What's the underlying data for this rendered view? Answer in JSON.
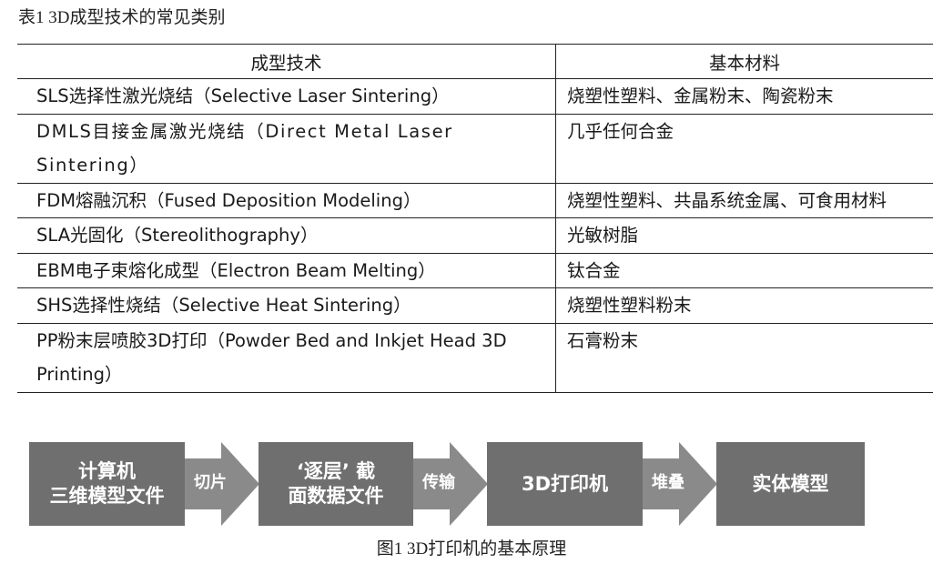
{
  "table_caption": "表1 3D成型技术的常见类别",
  "table": {
    "headers": [
      "成型技术",
      "基本材料"
    ],
    "rows": [
      {
        "tech": "SLS选择性激光烧结（Selective Laser Sintering）",
        "material": "烧塑性塑料、金属粉末、陶瓷粉末"
      },
      {
        "tech": "DMLS目接金属激光烧结（Direct Metal Laser Sintering）",
        "material": "几乎任何合金"
      },
      {
        "tech": "FDM熔融沉积（Fused Deposition Modeling）",
        "material": "烧塑性塑料、共晶系统金属、可食用材料"
      },
      {
        "tech": "SLA光固化（Stereolithography）",
        "material": "光敏树脂"
      },
      {
        "tech": "EBM电子束熔化成型（Electron Beam Melting）",
        "material": "钛合金"
      },
      {
        "tech": "SHS选择性烧结（Selective Heat Sintering）",
        "material": "烧塑性塑料粉末"
      },
      {
        "tech": "PP粉末层喷胶3D打印（Powder Bed and Inkjet Head 3D Printing）",
        "material": "石膏粉末"
      }
    ]
  },
  "flow": {
    "box1_line1": "计算机",
    "box1_line2": "三维模型文件",
    "arrow1": "切片",
    "box2_line1": "‘逐层’ 截",
    "box2_line2": "面数据文件",
    "arrow2": "传输",
    "box3": "3D打印机",
    "arrow3": "堆叠",
    "box4": "实体模型"
  },
  "figure_caption": "图1 3D打印机的基本原理",
  "colors": {
    "box_fill": "#6f6f6f",
    "arrow_fill": "#8a8a8a",
    "text": "#ffffff"
  }
}
